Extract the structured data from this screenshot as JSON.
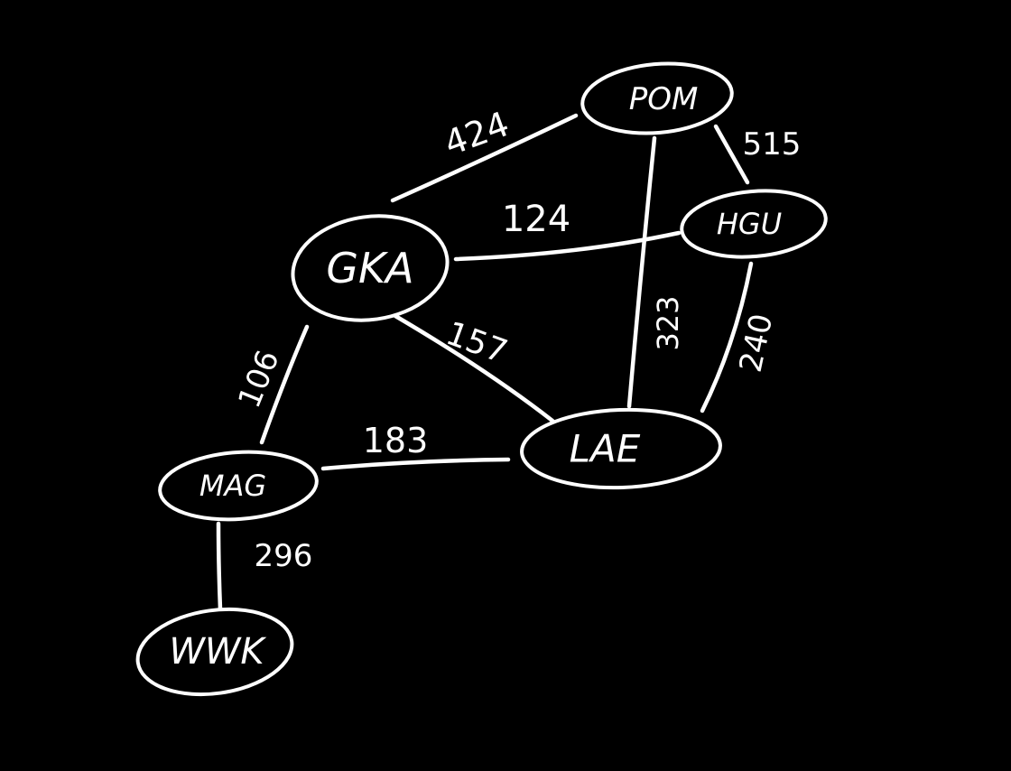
{
  "graph": {
    "colors": {
      "background": "#000000",
      "ink": "#ffffff"
    },
    "nodes": {
      "gka": "GKA",
      "pom": "POM",
      "hgu": "HGU",
      "lae": "LAE",
      "mag": "MAG",
      "wwk": "WWK"
    },
    "edges": {
      "gka_pom": "424",
      "gka_hgu": "124",
      "gka_lae": "157",
      "gka_mag": "106",
      "pom_hgu": "515",
      "pom_lae": "323",
      "hgu_lae": "240",
      "mag_lae": "183",
      "mag_wwk": "296"
    }
  }
}
